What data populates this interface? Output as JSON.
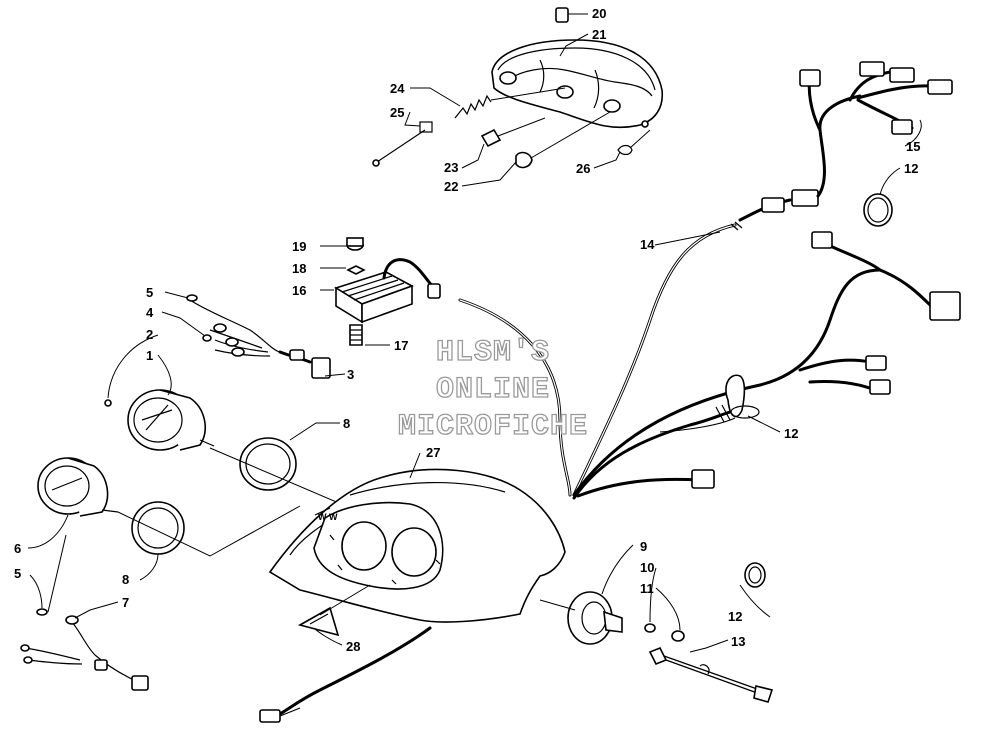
{
  "watermark": {
    "lines": [
      "HLSM'S",
      "ONLINE",
      "MICROFICHE"
    ],
    "color": "#9a9a9a"
  },
  "callouts": {
    "c1": "1",
    "c2": "2",
    "c3": "3",
    "c4": "4",
    "c5a": "5",
    "c5b": "5",
    "c6": "6",
    "c7": "7",
    "c8a": "8",
    "c8b": "8",
    "c9": "9",
    "c10": "10",
    "c11": "11",
    "c12a": "12",
    "c12b": "12",
    "c12c": "12",
    "c13": "13",
    "c14": "14",
    "c15": "15",
    "c16": "16",
    "c17": "17",
    "c18": "18",
    "c19": "19",
    "c20": "20",
    "c21": "21",
    "c22": "22",
    "c23": "23",
    "c24": "24",
    "c25": "25",
    "c26": "26",
    "c27": "27",
    "c28": "28"
  }
}
